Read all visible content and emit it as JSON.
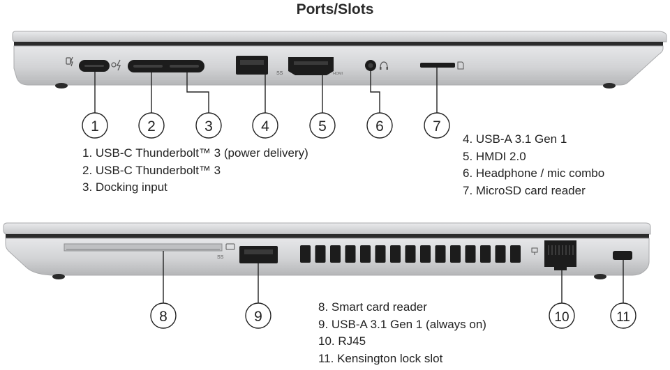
{
  "title": "Ports/Slots",
  "top_view": {
    "callouts": [
      "1",
      "2",
      "3",
      "4",
      "5",
      "6",
      "7"
    ],
    "port_markings": {
      "usba": "SS",
      "hdmi": "HDMI"
    },
    "legend_left": [
      "1. USB-C Thunderbolt™ 3 (power delivery)",
      "2. USB-C Thunderbolt™ 3",
      "3. Docking input"
    ],
    "legend_right": [
      "4. USB-A 3.1 Gen 1",
      "5. HMDI 2.0",
      "6. Headphone / mic combo",
      "7. MicroSD card reader"
    ]
  },
  "bottom_view": {
    "callouts": [
      "8",
      "9",
      "10",
      "11"
    ],
    "port_markings": {
      "usba": "SS"
    },
    "legend": [
      "8. Smart card reader",
      "9. USB-A 3.1 Gen 1 (always on)",
      "10. RJ45",
      "11. Kensington lock slot"
    ]
  },
  "colors": {
    "chassis": "#d3d4d6",
    "chassis_dark": "#b9babc",
    "lid_edge": "#2b2b2b",
    "port": "#1c1c1c",
    "line": "#222222"
  },
  "icons": [
    "power-delivery-icon",
    "thunderbolt-icon",
    "ss-usb-icon",
    "headphone-icon",
    "sd-card-icon",
    "ethernet-icon"
  ]
}
